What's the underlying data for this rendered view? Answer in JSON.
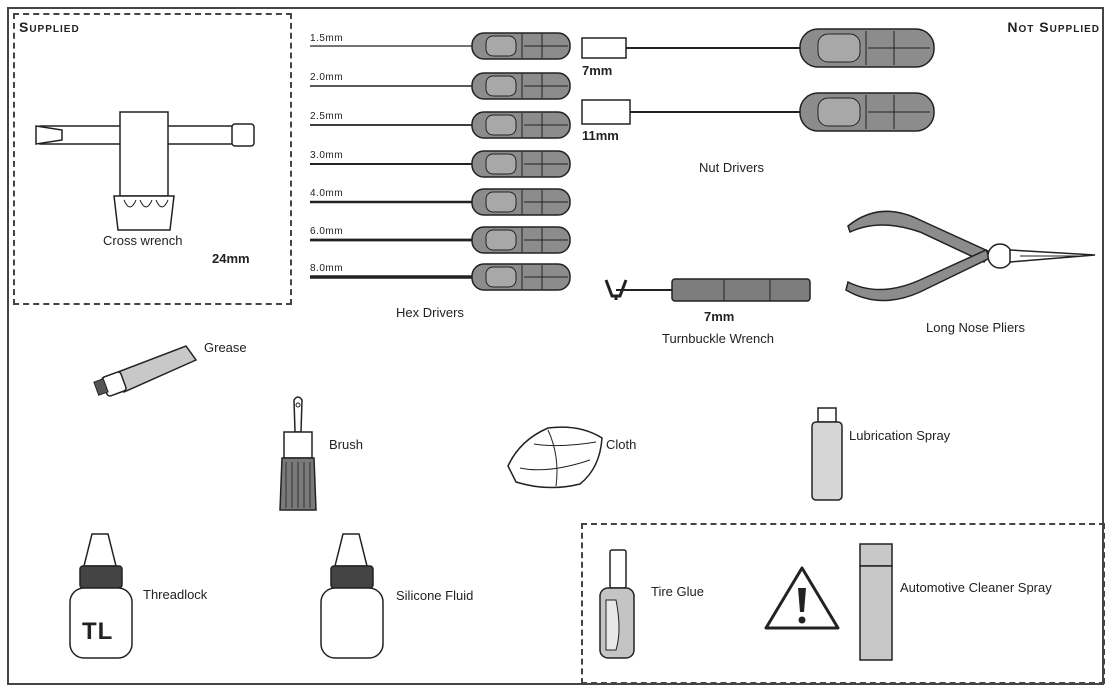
{
  "sections": {
    "supplied_title": "Supplied",
    "not_supplied_title": "Not Supplied"
  },
  "cross_wrench": {
    "label": "Cross wrench",
    "size": "24mm"
  },
  "hex_drivers": {
    "label": "Hex Drivers",
    "sizes": [
      "1.5mm",
      "2.0mm",
      "2.5mm",
      "3.0mm",
      "4.0mm",
      "6.0mm",
      "8.0mm"
    ]
  },
  "nut_drivers": {
    "label": "Nut Drivers",
    "sizes": [
      "7mm",
      "11mm"
    ]
  },
  "turnbuckle_wrench": {
    "label": "Turnbuckle Wrench",
    "size": "7mm"
  },
  "pliers": {
    "label": "Long Nose Pliers"
  },
  "grease": {
    "label": "Grease"
  },
  "brush": {
    "label": "Brush"
  },
  "cloth": {
    "label": "Cloth"
  },
  "lubrication_spray": {
    "label": "Lubrication Spray"
  },
  "threadlock": {
    "label": "Threadlock",
    "bottle_text": "TL"
  },
  "silicone_fluid": {
    "label": "Silicone Fluid"
  },
  "tire_glue": {
    "label": "Tire Glue"
  },
  "cleaner_spray": {
    "label": "Automotive Cleaner Spray"
  }
}
